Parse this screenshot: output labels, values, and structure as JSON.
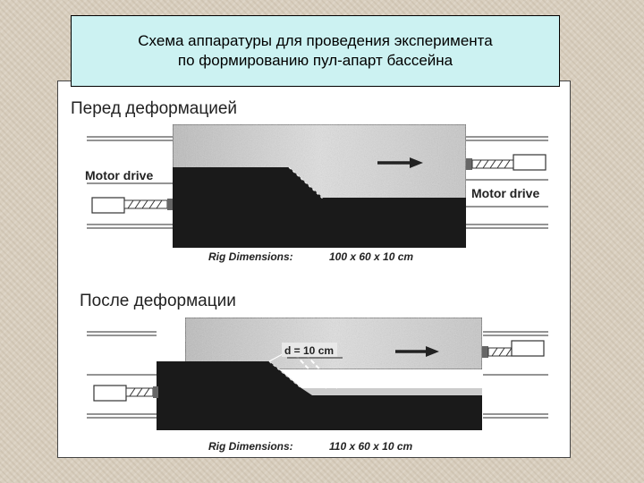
{
  "slide": {
    "title_line1": "Схема аппаратуры для проведения эксперимента",
    "title_line2": "по формированию пул-апарт бассейна"
  },
  "before": {
    "heading": "Перед деформацией",
    "motor_left": "Motor drive",
    "motor_right": "Motor drive",
    "dims_label": "Rig Dimensions:",
    "dims_value": "100 x 60 x 10 cm"
  },
  "after": {
    "heading": "После деформации",
    "displacement": "d = 10 cm",
    "dims_label": "Rig Dimensions:",
    "dims_value": "110 x 60 x 10 cm"
  },
  "colors": {
    "title_bg": "#ccf2f2",
    "block_dark": "#1a1a1a",
    "block_light": "#d2d2d2"
  }
}
